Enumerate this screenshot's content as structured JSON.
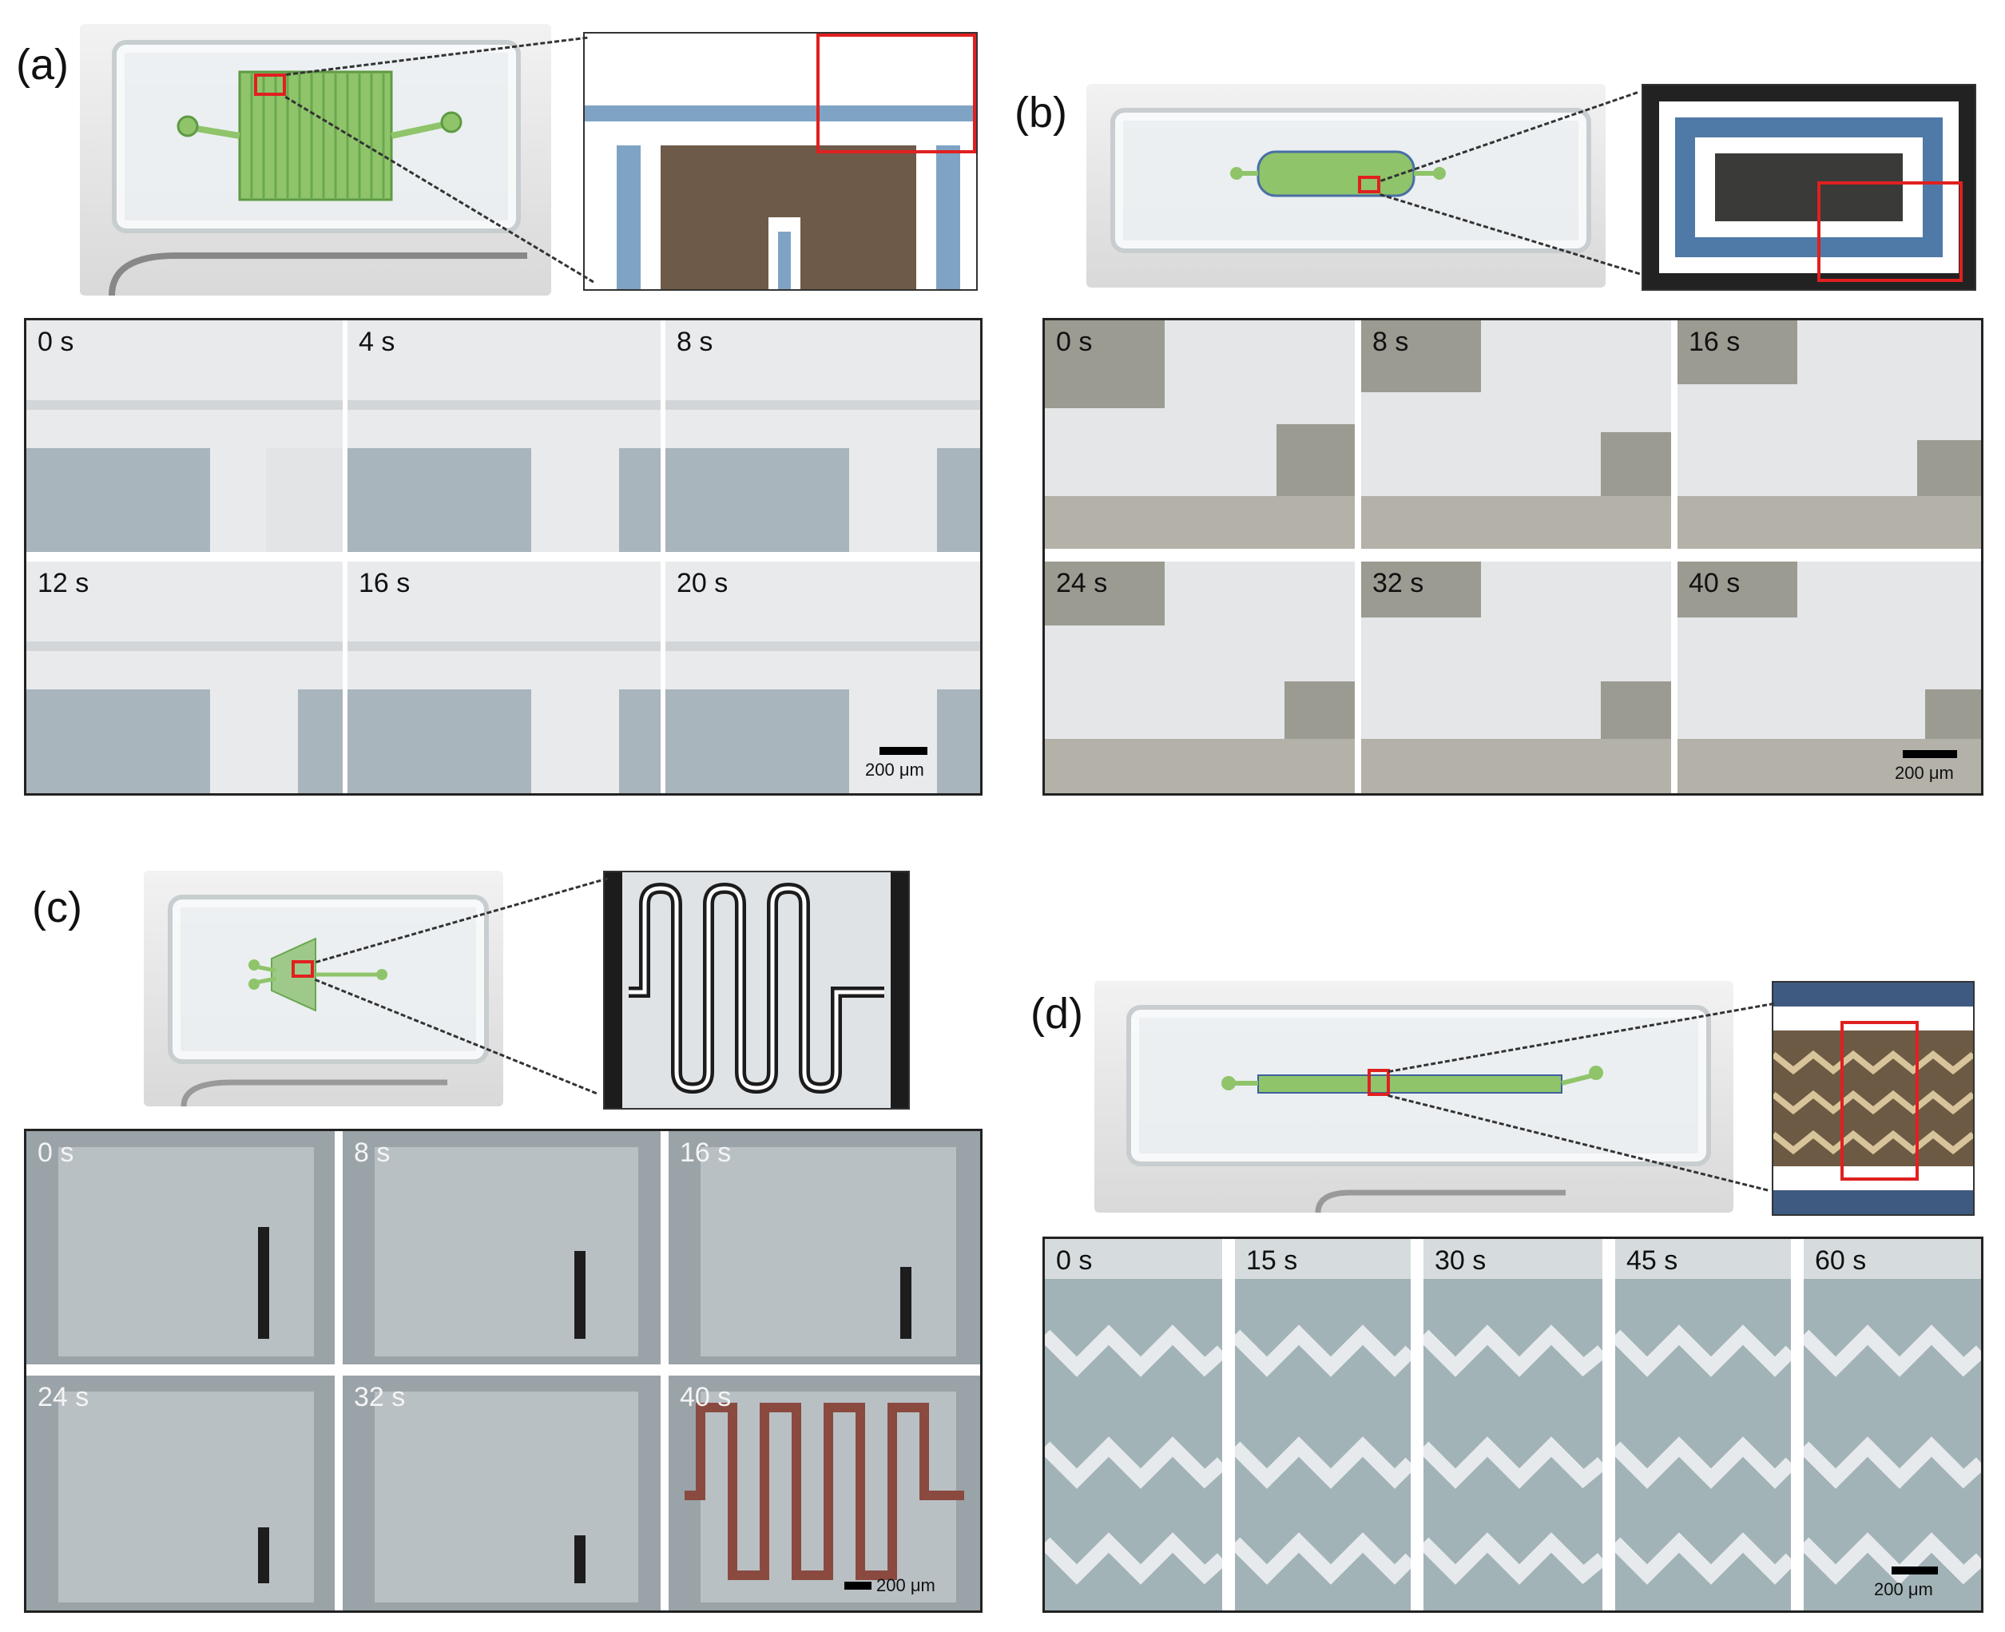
{
  "panels": [
    {
      "label": "(a)",
      "times": [
        "0 s",
        "4 s",
        "8 s",
        "12 s",
        "16 s",
        "20 s"
      ],
      "scale": "200 μm"
    },
    {
      "label": "(b)",
      "times": [
        "0 s",
        "8 s",
        "16 s",
        "24 s",
        "32 s",
        "40 s"
      ],
      "scale": "200 μm"
    },
    {
      "label": "(c)",
      "times": [
        "0 s",
        "8 s",
        "16 s",
        "24 s",
        "32 s",
        "40 s"
      ],
      "scale": "200 μm"
    },
    {
      "label": "(d)",
      "times": [
        "0 s",
        "15 s",
        "30 s",
        "45 s",
        "60 s"
      ],
      "scale": "200 μm"
    }
  ],
  "colors": {
    "chip_channel_green": "#8fc46a",
    "highlight_red": "#e02020",
    "inset_blue": "#5a86b0",
    "dye_dark_c": "#2a2a2a",
    "dye_red_c": "#8a4a40",
    "cells_grey": "#a9b5bc"
  }
}
